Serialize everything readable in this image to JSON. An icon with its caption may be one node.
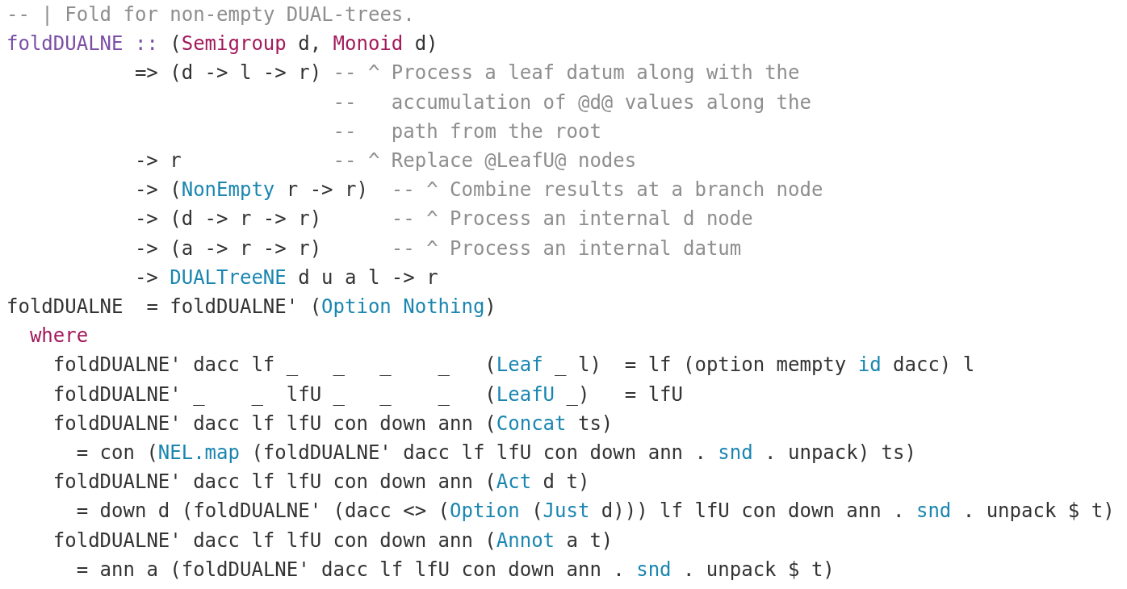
{
  "diagram": {
    "labels": [
      "-- | Fold for non-empty DUAL-trees.",
      "foldDUALNE ::",
      "(",
      "Semigroup",
      "d,",
      "Monoid",
      "d)",
      "=> (d -> l -> r)",
      "-- ^ Process a leaf datum along with the",
      "--",
      "accumulation of @d@ values along the",
      "--",
      "path from the root",
      "-> r",
      "-- ^ Replace @LeafU@ nodes",
      "->",
      "(",
      "NonEmpty",
      "r -> r)",
      "-- ^ Combine results at a branch node",
      "-> (d -> r -> r)",
      "-- ^ Process an internal d node",
      "-> (a -> r -> r)",
      "-- ^ Process an internal datum",
      "->",
      "DUALTreeNE",
      "d u a l -> r",
      "foldDUALNE",
      "= foldDUALNE' (",
      "Option Nothing",
      ")",
      "where",
      "foldDUALNE' dacc lf",
      "_",
      "_",
      "_",
      "_",
      "(",
      "Leaf",
      "_ l)",
      "= lf (option mempty",
      "id",
      "dacc) l",
      "foldDUALNE'",
      "_",
      "_",
      "lfU",
      "_",
      "_",
      "_",
      "(",
      "LeafU",
      "_)",
      "= lfU",
      "foldDUALNE' dacc lf lfU con down ann",
      "(",
      "Concat",
      "ts)",
      "= con (",
      "NEL.map",
      "(foldDUALNE' dacc lf lfU con down ann .",
      "snd",
      ". unpack) ts)",
      "foldDUALNE' dacc lf lfU con down ann",
      "(",
      "Act",
      "d t)",
      "= down d (foldDUALNE' (dacc <> (",
      "Option",
      "(",
      "Just",
      "d))) lf lfU con down ann .",
      "snd",
      ". unpack $ t)",
      "foldDUALNE' dacc lf lfU con down ann",
      "(",
      "Annot",
      "a t)",
      "= ann a (foldDUALNE' dacc lf lfU con down ann .",
      "snd",
      ". unpack $ t)"
    ]
  }
}
